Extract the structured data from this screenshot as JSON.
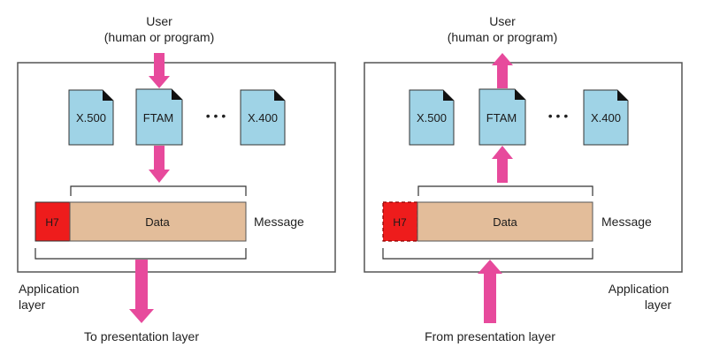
{
  "colors": {
    "doc_fill": "#9fd3e6",
    "data_fill": "#e3bd9a",
    "header_fill": "#ee1c1c",
    "arrow_fill": "#e74a9c"
  },
  "left": {
    "user_line1": "User",
    "user_line2": "(human or program)",
    "doc1": "X.500",
    "doc2": "FTAM",
    "ellipsis": "• • •",
    "doc3": "X.400",
    "header": "H7",
    "data": "Data",
    "message": "Message",
    "layer_line1": "Application",
    "layer_line2": "layer",
    "bottom": "To presentation layer"
  },
  "right": {
    "user_line1": "User",
    "user_line2": "(human or program)",
    "doc1": "X.500",
    "doc2": "FTAM",
    "ellipsis": "• • •",
    "doc3": "X.400",
    "header": "H7",
    "data": "Data",
    "message": "Message",
    "layer_line1": "Application",
    "layer_line2": "layer",
    "bottom": "From presentation layer"
  }
}
